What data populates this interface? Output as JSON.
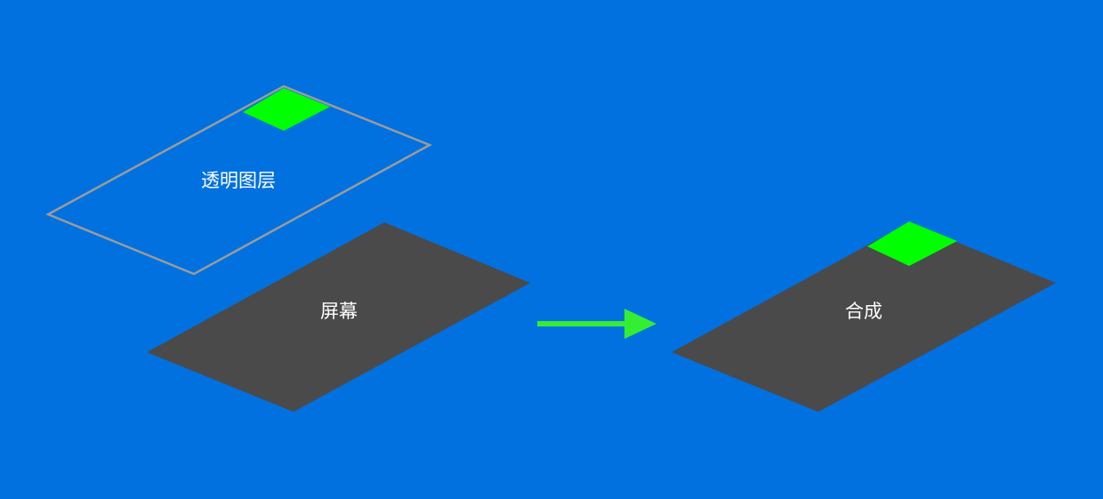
{
  "colors": {
    "background": "#0071DF",
    "screen_fill": "#4A4A4A",
    "layer_outline": "#9B9B9B",
    "highlight": "#00FF00",
    "arrow": "#33EE33",
    "text": "#FFFFFF"
  },
  "labels": {
    "transparent_layer": "透明图层",
    "screen": "屏幕",
    "composite": "合成"
  }
}
